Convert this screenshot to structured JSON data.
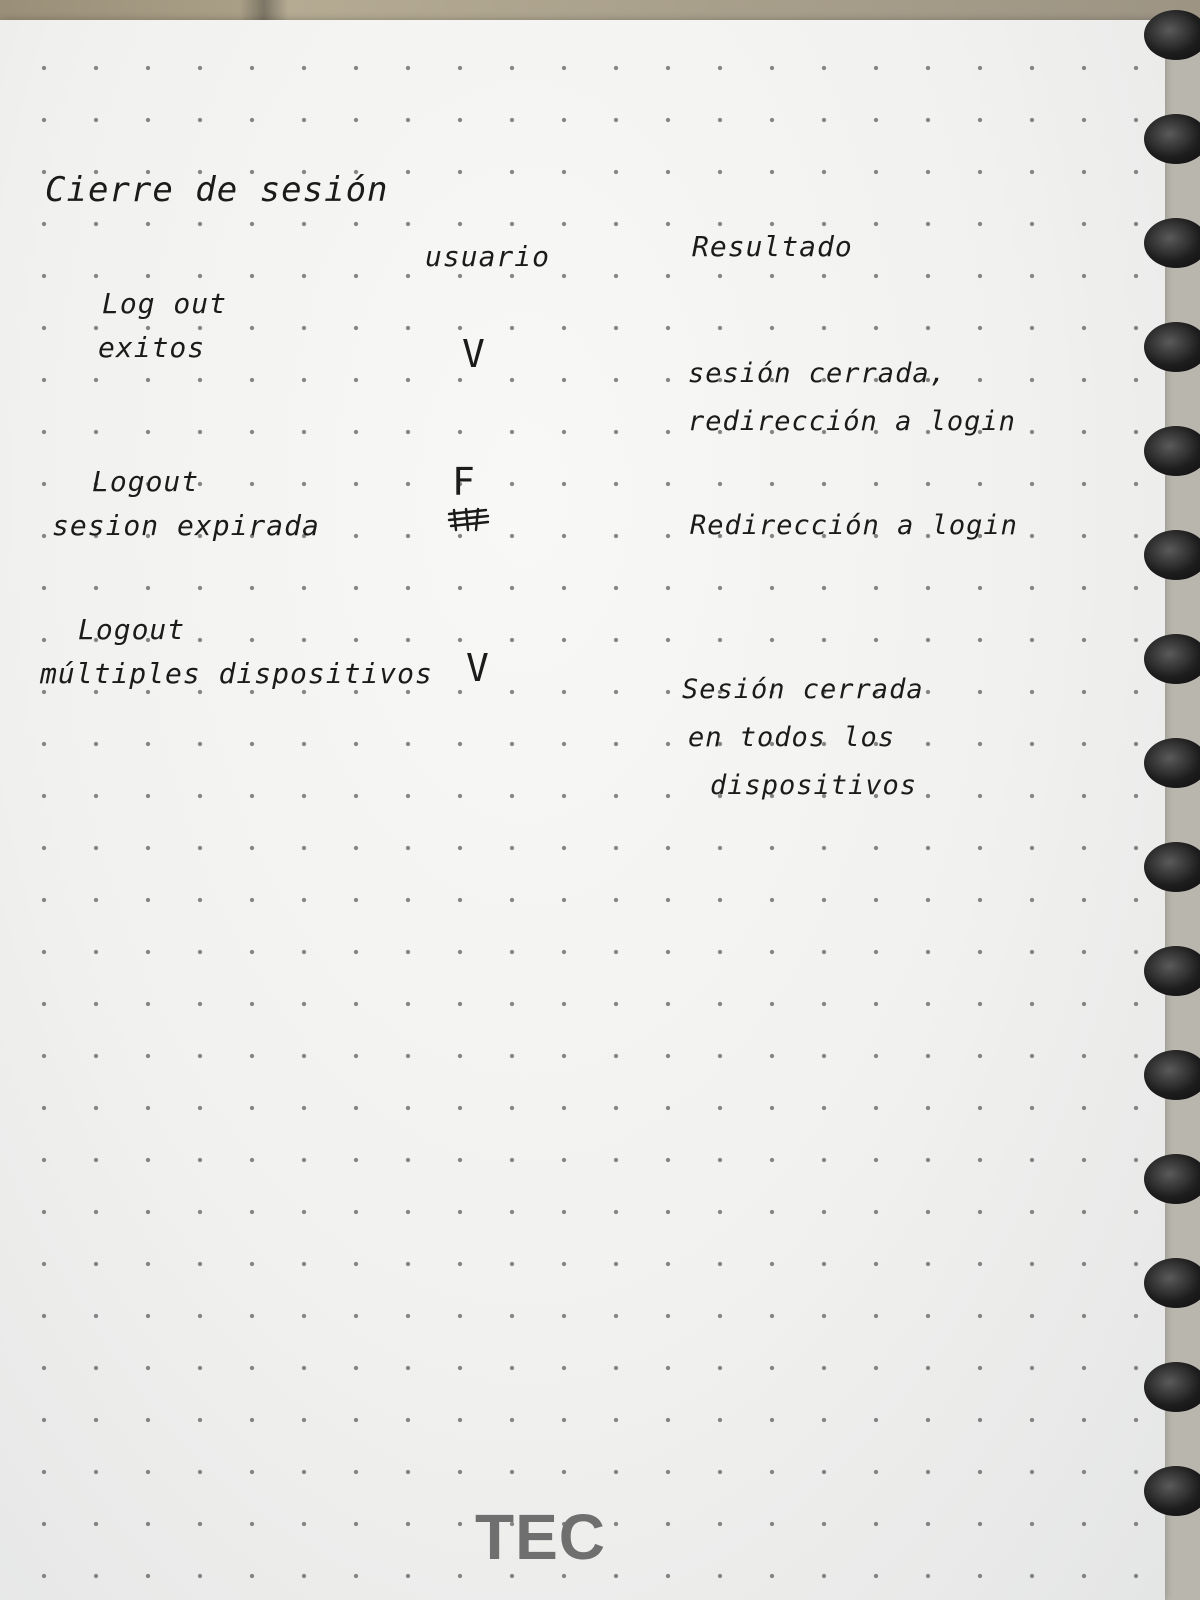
{
  "notebook": {
    "title": "Cierre de sesión",
    "brand": "TEC",
    "columns": {
      "usuario": "usuario",
      "resultado": "Resultado"
    },
    "cases": [
      {
        "name_lines": [
          "Log out",
          "exitos"
        ],
        "user": "V",
        "result_lines": [
          "sesión cerrada,",
          "redirección a login"
        ]
      },
      {
        "name_lines": [
          "Logout",
          "sesion expirada"
        ],
        "user": "F",
        "result_lines": [
          "Redirección a login"
        ]
      },
      {
        "name_lines": [
          "Logout",
          "múltiples dispositivos"
        ],
        "user": "V",
        "result_lines": [
          "Sesión cerrada",
          "en todos los",
          "dispositivos"
        ]
      }
    ]
  }
}
